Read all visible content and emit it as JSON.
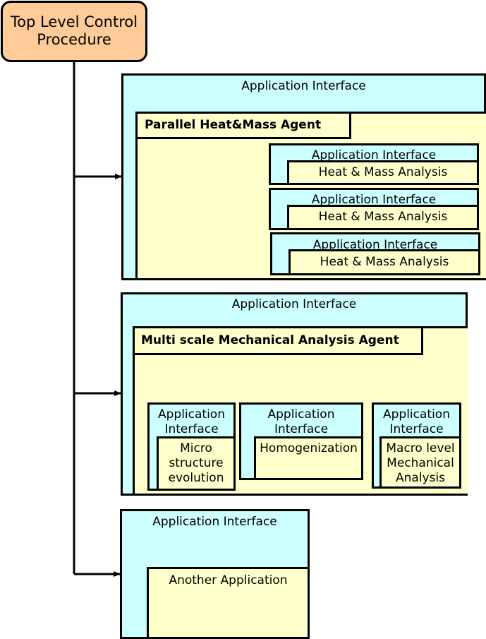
{
  "top_control": {
    "label": "Top Level Control Procedure"
  },
  "groups": [
    {
      "interface_label": "Application Interface",
      "agent_label": "Parallel Heat&Mass Agent",
      "children": [
        {
          "interface_label": "Application Interface",
          "app_label": "Heat & Mass Analysis"
        },
        {
          "interface_label": "Application Interface",
          "app_label": "Heat & Mass Analysis"
        },
        {
          "interface_label": "Application Interface",
          "app_label": "Heat & Mass Analysis"
        }
      ]
    },
    {
      "interface_label": "Application Interface",
      "agent_label": "Multi scale Mechanical Analysis Agent",
      "children": [
        {
          "interface_label": "Application Interface",
          "app_label": "Micro structure evolution"
        },
        {
          "interface_label": "Application Interface",
          "app_label": "Homogenization"
        },
        {
          "interface_label": "Application Interface",
          "app_label": "Macro level Mechanical Analysis"
        }
      ]
    },
    {
      "interface_label": "Application Interface",
      "app_label": "Another Application"
    }
  ],
  "colors": {
    "top_fill": "#ffcc99",
    "interface_fill": "#ccffff",
    "app_fill": "#ffffcc",
    "stroke": "#000000"
  }
}
